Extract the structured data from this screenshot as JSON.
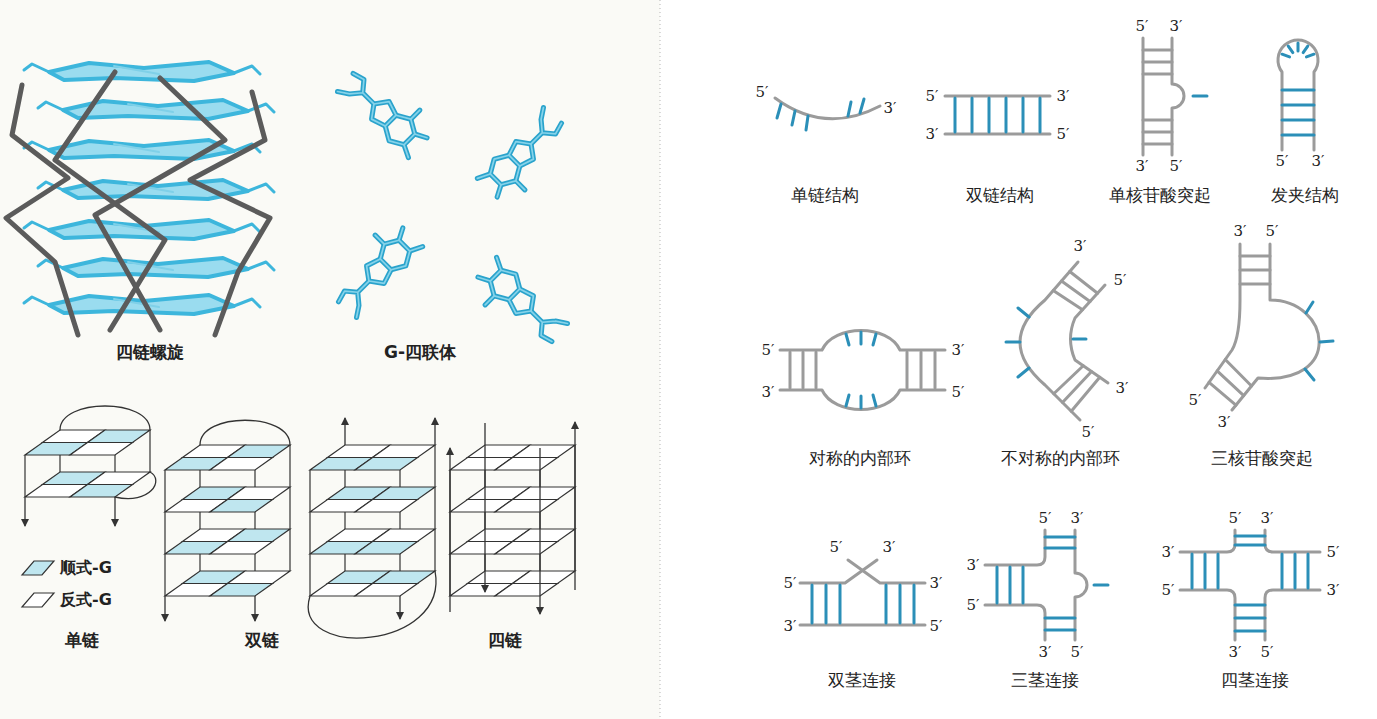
{
  "diagram": {
    "labels": [
      "四链螺旋",
      "G-四联体",
      "单链",
      "双链",
      "四链",
      "5′",
      "3′",
      "单链结构",
      "5′",
      "3′",
      "3′",
      "5′",
      "双链结构",
      "5′",
      "3′",
      "3′",
      "5′",
      "单核苷酸突起",
      "5′",
      "3′",
      "发夹结构",
      "5′",
      "3′",
      "3′",
      "5′",
      "对称的内部环",
      "3′",
      "5′",
      "3′",
      "5′",
      "不对称的内部环",
      "3′",
      "5′",
      "5′",
      "3′",
      "三核苷酸突起",
      "5′",
      "3′",
      "5′",
      "3′",
      "3′",
      "5′",
      "双茎连接",
      "5′",
      "3′",
      "3′",
      "5′",
      "3′",
      "5′",
      "三茎连接",
      "5′",
      "3′",
      "3′",
      "5′",
      "5′",
      "3′",
      "3′",
      "5′",
      "四茎连接"
    ],
    "legend": [
      {
        "text": "顺式-G",
        "color": "#bfe6ef"
      },
      {
        "text": "反式-G",
        "color": "#ffffff"
      }
    ]
  }
}
